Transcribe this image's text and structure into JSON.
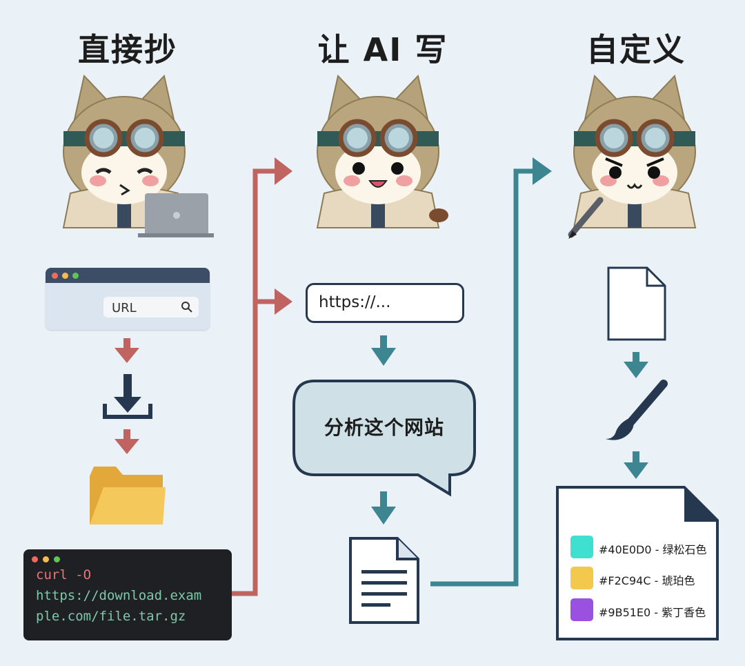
{
  "columns": {
    "left_title": "直接抄",
    "middle_title": "让 AI 写",
    "right_title": "自定义"
  },
  "browser": {
    "url_label": "URL"
  },
  "terminal": {
    "lines": [
      "curl -O",
      "https://download.exam",
      "ple.com/file.tar.gz"
    ]
  },
  "middle": {
    "url_text": "https://...",
    "bubble_text": "分析这个网站"
  },
  "palette": {
    "items": [
      {
        "label": "#40E0D0 - 绿松石色",
        "color": "#40E0D0"
      },
      {
        "label": "#F2C94C - 琥珀色",
        "color": "#F2C94C"
      },
      {
        "label": "#9B51E0 - 紫丁香色",
        "color": "#9B51E0"
      }
    ]
  },
  "colors": {
    "red_flow": "#c06462",
    "teal_flow": "#3d8591",
    "navy": "#25384f",
    "background": "#eaf2f8"
  },
  "icons": {
    "mascot": "cat-aviator-mascot",
    "laptop": "laptop-icon",
    "planet": "planet-icon",
    "search": "search-icon",
    "download": "download-icon",
    "folder": "folder-icon",
    "document": "document-icon",
    "brush": "paint-brush-icon",
    "pen": "pen-icon"
  }
}
